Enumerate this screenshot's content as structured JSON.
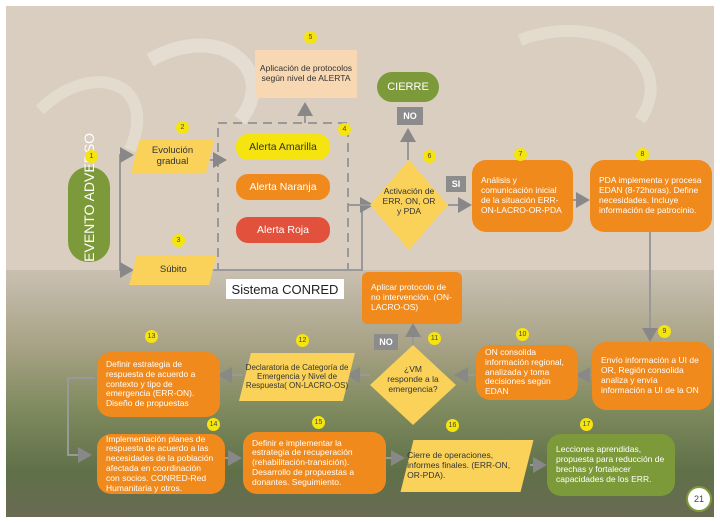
{
  "page_number": "21",
  "colors": {
    "orange": "#f08a1c",
    "yellow": "#f5e40f",
    "green": "#7d9a3a",
    "gray": "#8c8c8c",
    "red": "#e2513c"
  },
  "nodes": {
    "n1": "EVENTO ADVERSO",
    "n2": "Evolución gradual",
    "n3": "Súbito",
    "n4_amarilla": "Alerta Amarilla",
    "n4_naranja": "Alerta Naranja",
    "n4_roja": "Alerta Roja",
    "sistema": "Sistema CONRED",
    "n5": "Aplicación de protocolos según nivel de ALERTA",
    "cierre": "CIERRE",
    "no_top": "NO",
    "n6": "Activación de ERR, ON, OR y PDA",
    "si": "SI",
    "n7": "Análisis y comunicación inicial de la situación ERR-ON-LACRO-OR-PDA",
    "n8": "PDA implementa y procesa EDAN (8-72horas). Define necesidades. Incluye información de patrocinio.",
    "n9": "Envío información a UI de OR, Región consolida analiza y envía información a UI de la ON",
    "n10": "ON consolida información regional, analizada y toma decisiones según EDAN",
    "n11": "¿VM responde a la emergencia?",
    "no_mid": "NO",
    "protocolo": "Aplicar protocolo de no intervención. (ON-LACRO-OS)",
    "n12": "Declaratoria de Categoría de Emergencia y Nivel de Respuesta( ON-LACRO-OS)",
    "n13": "Definir estrategia de respuesta de acuerdo a contexto y tipo de emergencia (ERR-ON). Diseño de propuestas",
    "n14": "Implementación planes de respuesta de acuerdo a las necesidades de la población afectada en coordinación con socios. CONRED-Red Humanitaria y otros.",
    "n15": "Definir e implementar la estrategia de recuperación (rehabilitación-transición). Desarrollo de propuestas a donantes. Seguimiento.",
    "n16": "Cierre de operaciones, informes finales. (ERR-ON, OR-PDA).",
    "n17": "Lecciones aprendidas, propuesta para reducción de brechas y fortalecer capacidades de los ERR."
  },
  "numbers": [
    "1",
    "2",
    "3",
    "4",
    "5",
    "6",
    "7",
    "8",
    "9",
    "10",
    "11",
    "12",
    "13",
    "14",
    "15",
    "16",
    "17"
  ]
}
